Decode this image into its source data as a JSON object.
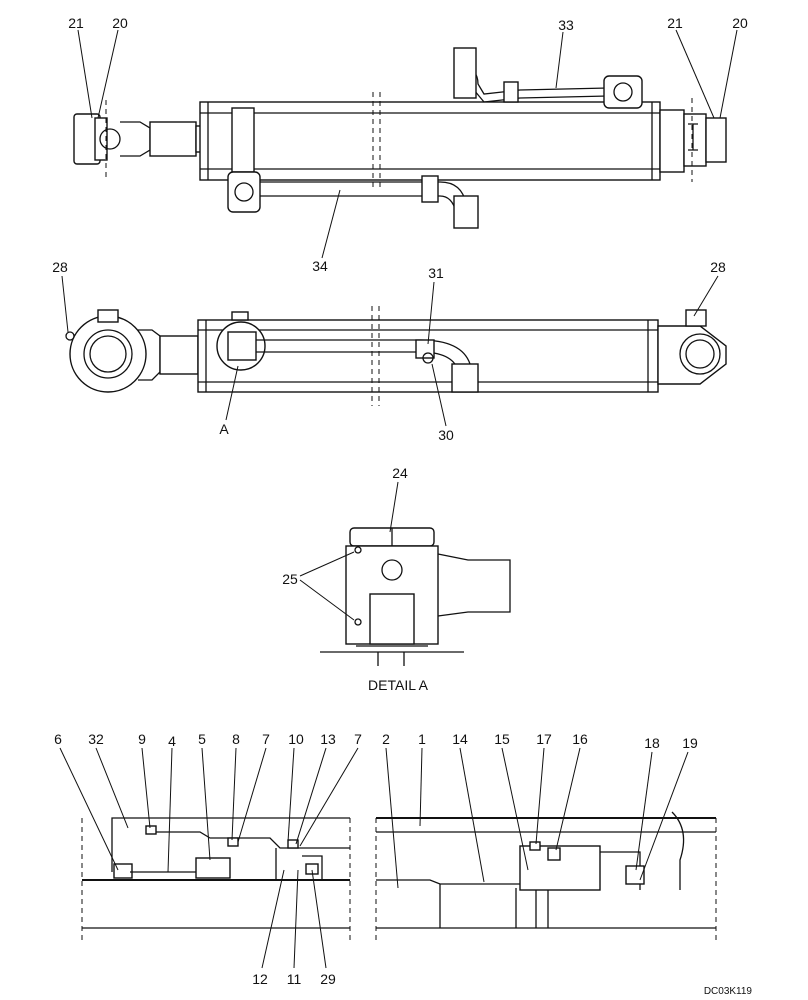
{
  "view_top": {
    "callouts": [
      "21",
      "20",
      "33",
      "21",
      "20",
      "34"
    ]
  },
  "view_middle": {
    "callouts": [
      "28",
      "31",
      "28",
      "A",
      "30"
    ]
  },
  "detail_a": {
    "callouts": [
      "24",
      "25"
    ],
    "caption": "DETAIL A"
  },
  "section_view": {
    "top_callouts": [
      "6",
      "32",
      "9",
      "4",
      "5",
      "8",
      "7",
      "10",
      "13",
      "7",
      "2",
      "1",
      "14",
      "15",
      "17",
      "16",
      "18",
      "19"
    ],
    "bottom_callouts": [
      "12",
      "11",
      "29"
    ]
  },
  "drawing_code": "DC03K119"
}
